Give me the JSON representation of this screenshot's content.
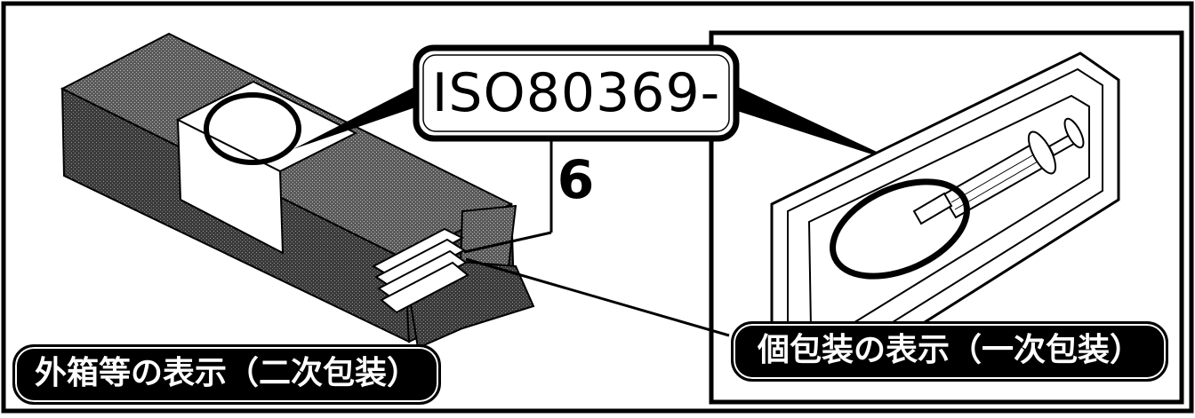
{
  "callout": {
    "standard_prefix": "ISO80369-",
    "standard_suffix": "6"
  },
  "labels": {
    "outer_packaging": "外箱等の表示（二次包装）",
    "unit_packaging": "個包装の表示（一次包装）"
  },
  "colors": {
    "outline": "#000000",
    "box_texture": "#2b2b2b",
    "background": "#ffffff"
  }
}
